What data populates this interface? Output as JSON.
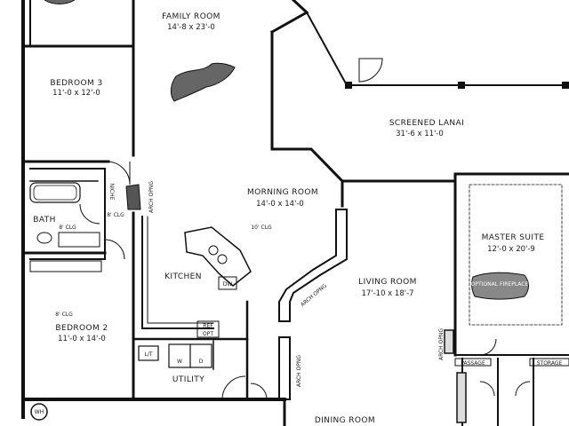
{
  "rooms": {
    "family_room": {
      "name": "FAMILY ROOM",
      "dims": "14'-8 x 23'-0"
    },
    "bedroom3": {
      "name": "BEDROOM 3",
      "dims": "11'-0 x 12'-0"
    },
    "screened_lanai": {
      "name": "SCREENED LANAI",
      "dims": "31'-6 x 11'-0"
    },
    "morning_room": {
      "name": "MORNING ROOM",
      "dims": "14'-0 x 14'-0"
    },
    "master_suite": {
      "name": "MASTER SUITE",
      "dims": "12'-0 x 20'-9"
    },
    "bath": {
      "name": "BATH"
    },
    "kitchen": {
      "name": "KITCHEN"
    },
    "living_room": {
      "name": "LIVING ROOM",
      "dims": "17'-10 x 18'-7"
    },
    "bedroom2": {
      "name": "BEDROOM 2",
      "dims": "11'-0 x 14'-0"
    },
    "utility": {
      "name": "UTILITY"
    },
    "dining_room": {
      "name": "DINING ROOM"
    }
  },
  "labels": {
    "clg_bath_upper": "8' CLG",
    "clg_bath_lower": "8' CLG",
    "clg_morning": "10' CLG",
    "clg_bedroom2": "8' CLG",
    "arch_opng_1": "ARCH OPNG",
    "arch_opng_2": "ARCH OPNG",
    "arch_opng_3": "ARCH OPNG",
    "arch_opng_4": "ARCH OPNG",
    "niche": "NICHE",
    "dw": "DW",
    "ref": "REF",
    "opt": "OPT",
    "lt": "L/T",
    "w": "W",
    "d": "D",
    "wh": "WH",
    "passage": "PASSAGE",
    "storage": "STORAGE",
    "optional_fireplace": "OPTIONAL FIREPLACE"
  },
  "colors": {
    "ink": "#111111",
    "paper": "#ffffff"
  }
}
